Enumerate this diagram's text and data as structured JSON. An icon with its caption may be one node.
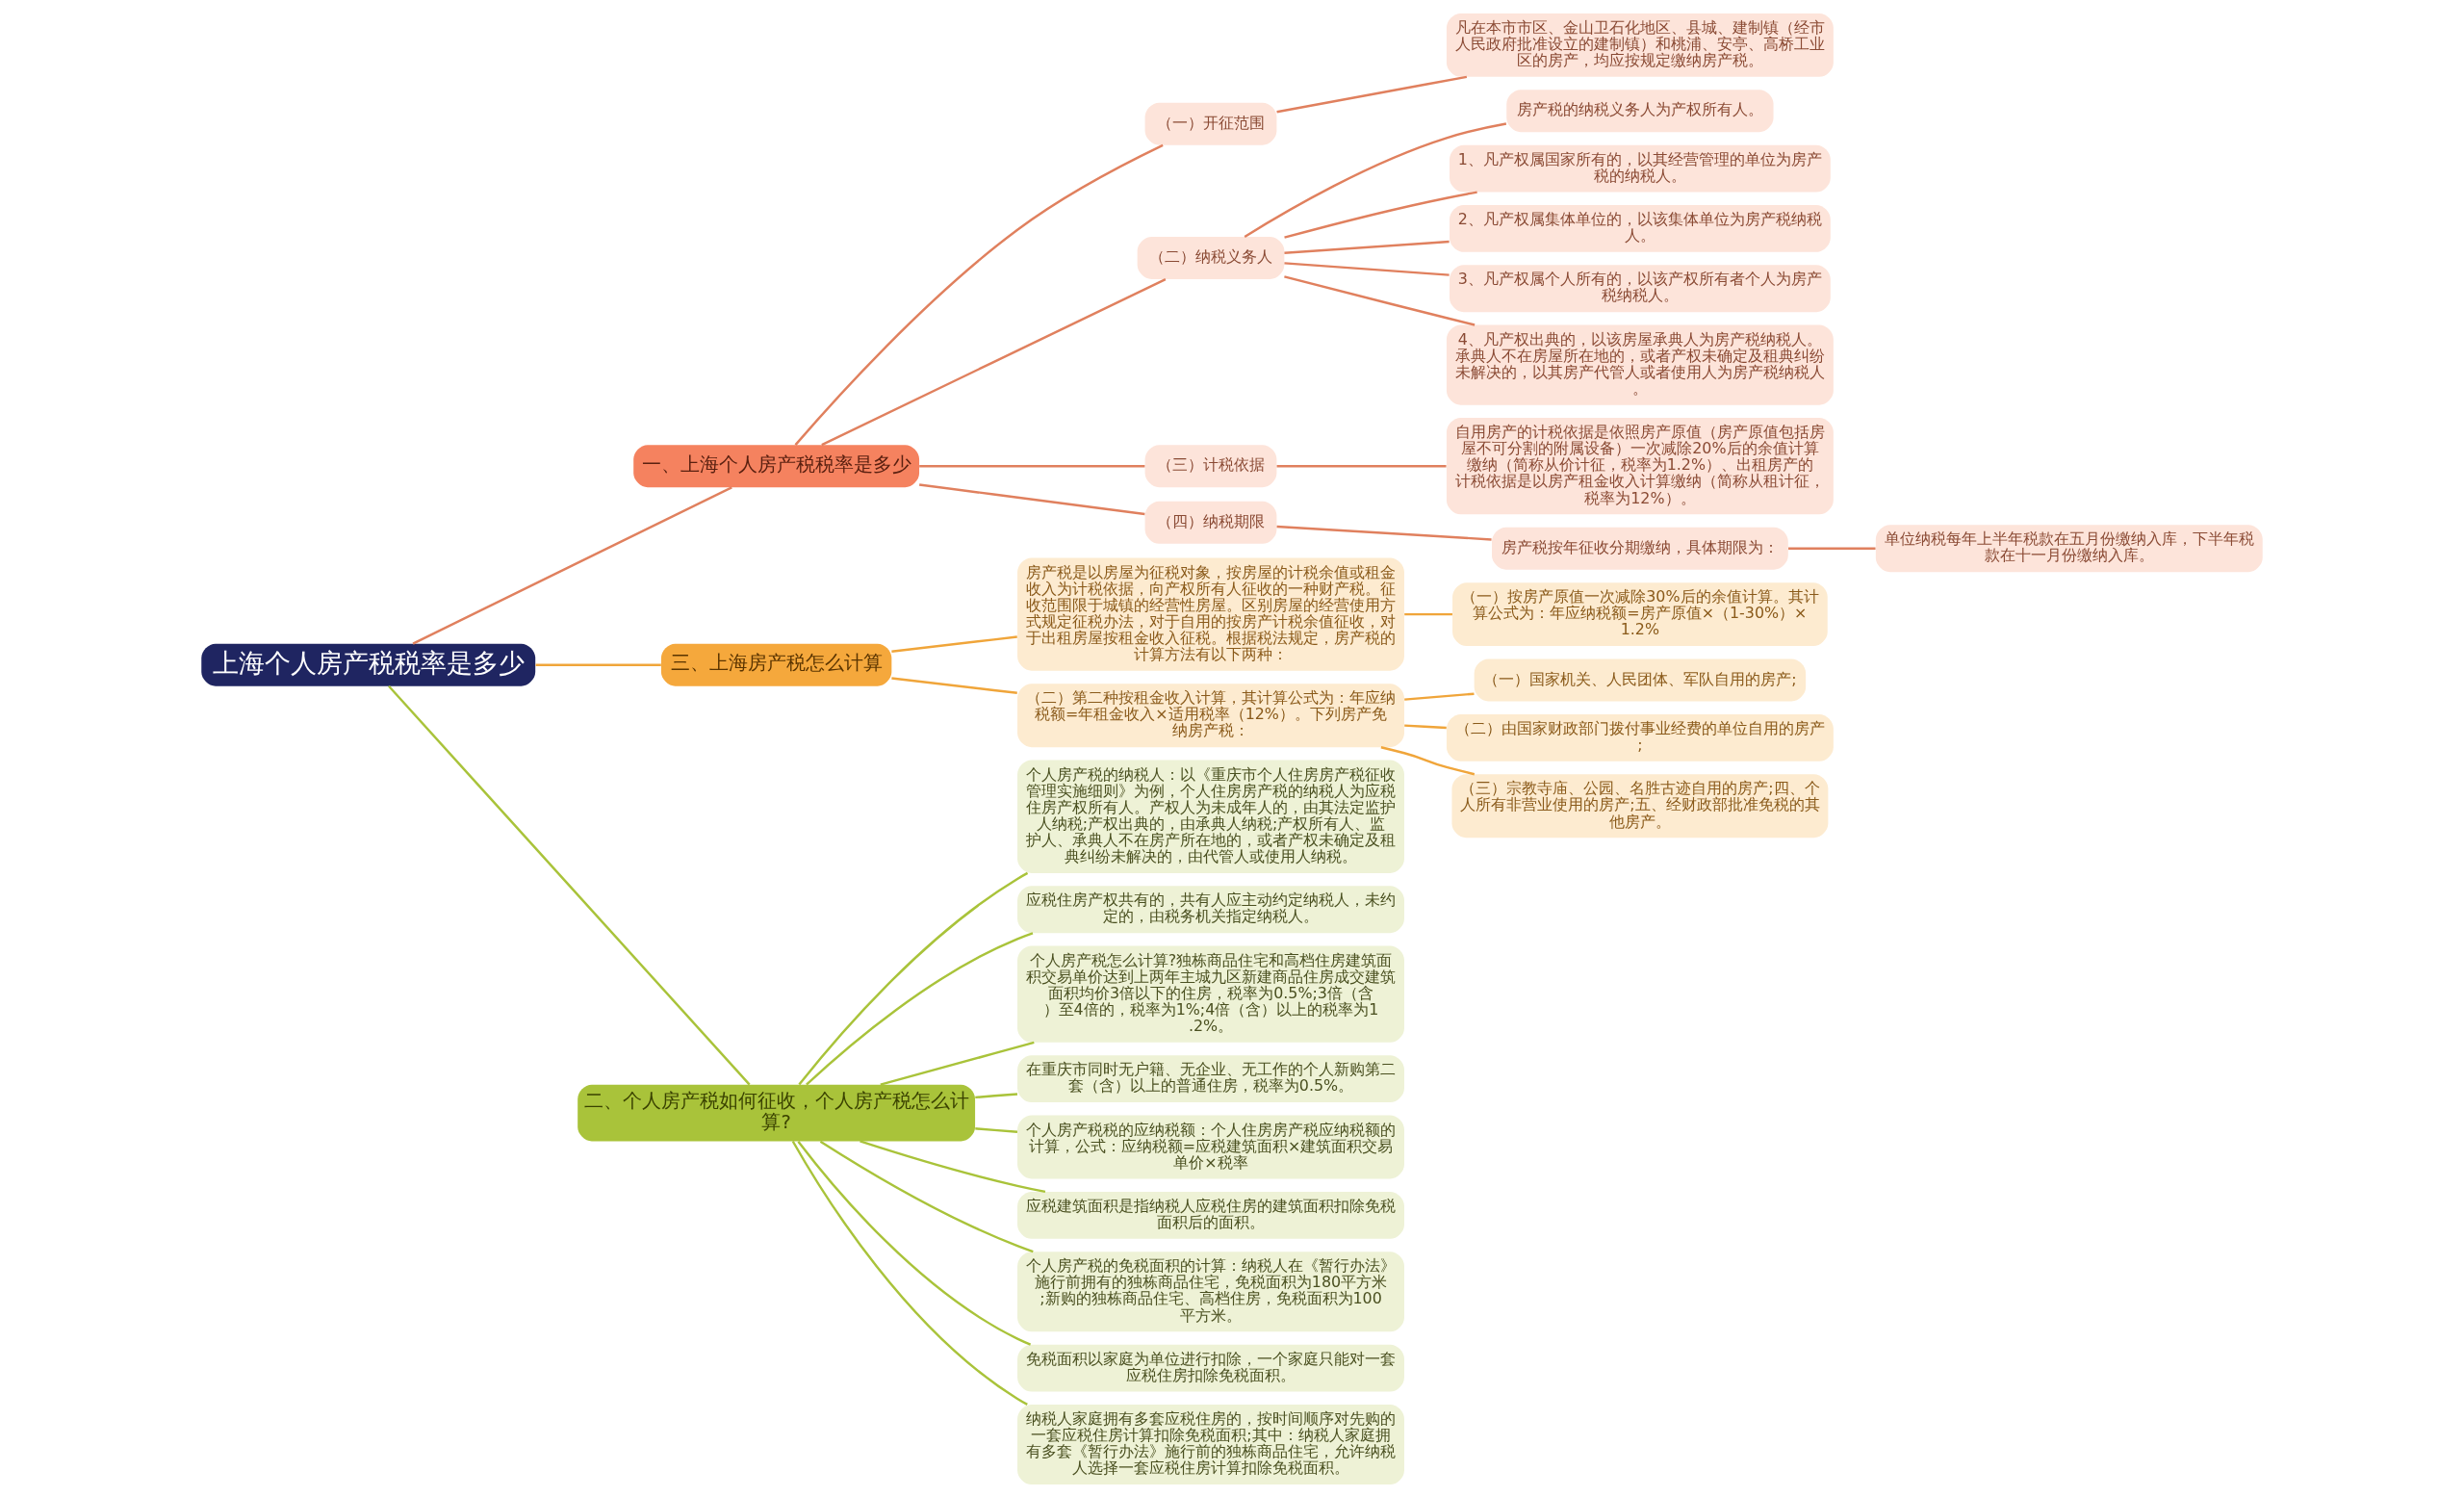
{
  "diagram": {
    "nodes": [
      {
        "text": [
          "上海个人房产税税率是多少"
        ]
      },
      {
        "text": [
          "一、上海个人房产税税率是多少"
        ]
      },
      {
        "text": [
          "（一）开征范围"
        ]
      },
      {
        "text": [
          "凡在本市市区、金山卫石化地区、县城、建制镇（经市人民政府批准设立的建制镇）和桃浦、安亭、高桥工业区的房产，均应按规定缴纳房产税。"
        ]
      },
      {
        "text": [
          "（二）纳税义务人"
        ]
      },
      {
        "text": [
          "房产税的纳税义务人为产权所有人。"
        ]
      },
      {
        "text": [
          "1、凡产权属国家所有的，以其经营管理的单位为房产税的纳税人。"
        ]
      },
      {
        "text": [
          "2、凡产权属集体单位的，以该集体单位为房产税纳税人。"
        ]
      },
      {
        "text": [
          "3、凡产权属个人所有的，以该产权所有者个人为房产税纳税人。"
        ]
      },
      {
        "text": [
          "4、凡产权出典的，以该房屋承典人为房产税纳税人。承典人不在房屋所在地的，或者产权未确定及租典纠纷未解决的，以其房产代管人或者使用人为房产税纳税人。"
        ]
      },
      {
        "text": [
          "（三）计税依据"
        ]
      },
      {
        "text": [
          "自用房产的计税依据是依照房产原值（房产原值包括房屋不可分割的附属设备）一次减除20%后的余值计算缴纳（简称从价计征，税率为1.2%）、出租房产的计税依据是以房产租金收入计算缴纳（简称从租计征，税率为12%）。"
        ]
      },
      {
        "text": [
          "（四）纳税期限"
        ]
      },
      {
        "text": [
          "房产税按年征收分期缴纳，具体期限为："
        ]
      },
      {
        "text": [
          "单位纳税每年上半年税款在五月份缴纳入库，下半年税款在十一月份缴纳入库。"
        ]
      },
      {
        "text": [
          "三、上海房产税怎么计算"
        ]
      },
      {
        "text": [
          "房产税是以房屋为征税对象，按房屋的计税余值或租金收入为计税依据，向产权所有人征收的一种财产税。征收范围限于城镇的经营性房屋。区别房屋的经营使用方式规定征税办法，对于自用的按房产计税余值征收，对于出租房屋按租金收入征税。根据税法规定，房产税的计算方法有以下两种："
        ]
      },
      {
        "text": [
          "（一）按房产原值一次减除30%后的余值计算。其计算公式为：年应纳税额=房产原值×（1-30%）×1.2%"
        ]
      },
      {
        "text": [
          "（二）第二种按租金收入计算，其计算公式为：年应纳税额=年租金收入×适用税率（12%）。下列房产免纳房产税："
        ]
      },
      {
        "text": [
          "（一）国家机关、人民团体、军队自用的房产;"
        ]
      },
      {
        "text": [
          "（二）由国家财政部门拨付事业经费的单位自用的房产;"
        ]
      },
      {
        "text": [
          "（三）宗教寺庙、公园、名胜古迹自用的房产;四、个人所有非营业使用的房产;五、经财政部批准免税的其他房产。"
        ]
      },
      {
        "text": [
          "二、个人房产税如何征收，个人房产税怎么计算?"
        ]
      },
      {
        "text": [
          "个人房产税的纳税人：以《重庆市个人住房房产税征收管理实施细则》为例，个人住房房产税的纳税人为应税住房产权所有人。产权人为未成年人的，由其法定监护人纳税;产权出典的，由承典人纳税;产权所有人、监护人、承典人不在房产所在地的，或者产权未确定及租典纠纷未解决的，由代管人或使用人纳税。"
        ]
      },
      {
        "text": [
          "应税住房产权共有的，共有人应主动约定纳税人，未约定的，由税务机关指定纳税人。"
        ]
      },
      {
        "text": [
          "个人房产税怎么计算?独栋商品住宅和高档住房建筑面积交易单价达到上两年主城九区新建商品住房成交建筑面积均价3倍以下的住房，税率为0.5%;3倍（含）至4倍的，税率为1%;4倍（含）以上的税率为1.2%。"
        ]
      },
      {
        "text": [
          "在重庆市同时无户籍、无企业、无工作的个人新购第二套（含）以上的普通住房，税率为0.5%。"
        ]
      },
      {
        "text": [
          "个人房产税税的应纳税额：个人住房房产税应纳税额的计算，公式：应纳税额=应税建筑面积×建筑面积交易单价×税率"
        ]
      },
      {
        "text": [
          "应税建筑面积是指纳税人应税住房的建筑面积扣除免税面积后的面积。"
        ]
      },
      {
        "text": [
          "个人房产税的免税面积的计算：纳税人在《暂行办法》施行前拥有的独栋商品住宅，免税面积为180平方米;新购的独栋商品住宅、高档住房，免税面积为100平方米。"
        ]
      },
      {
        "text": [
          "免税面积以家庭为单位进行扣除，一个家庭只能对一套应税住房扣除免税面积。"
        ]
      },
      {
        "text": [
          "纳税人家庭拥有多套应税住房的，按时间顺序对先购的一套应税住房计算扣除免税面积;其中：纳税人家庭拥有多套《暂行办法》施行前的独栋商品住宅，允许纳税人选择一套应税住房计算扣除免税面积。"
        ]
      }
    ],
    "edges": [
      {
        "from": 0,
        "to": 1,
        "arrow": "none"
      },
      {
        "from": 1,
        "to": 2,
        "arrow": "none"
      },
      {
        "from": 2,
        "to": 3,
        "arrow": "none"
      },
      {
        "from": 1,
        "to": 4,
        "arrow": "none"
      },
      {
        "from": 4,
        "to": 5,
        "arrow": "none"
      },
      {
        "from": 4,
        "to": 6,
        "arrow": "none"
      },
      {
        "from": 4,
        "to": 7,
        "arrow": "none"
      },
      {
        "from": 4,
        "to": 8,
        "arrow": "none"
      },
      {
        "from": 4,
        "to": 9,
        "arrow": "none"
      },
      {
        "from": 1,
        "to": 10,
        "arrow": "none"
      },
      {
        "from": 10,
        "to": 11,
        "arrow": "none"
      },
      {
        "from": 1,
        "to": 12,
        "arrow": "none"
      },
      {
        "from": 12,
        "to": 13,
        "arrow": "none"
      },
      {
        "from": 13,
        "to": 14,
        "arrow": "none"
      },
      {
        "from": 0,
        "to": 15,
        "arrow": "none",
        "color": "#f0a53a"
      },
      {
        "from": 15,
        "to": 16,
        "arrow": "none",
        "color": "#f0a53a"
      },
      {
        "from": 16,
        "to": 17,
        "arrow": "none",
        "color": "#f0a53a"
      },
      {
        "from": 15,
        "to": 18,
        "arrow": "none",
        "color": "#f0a53a"
      },
      {
        "from": 18,
        "to": 19,
        "arrow": "none",
        "color": "#f0a53a"
      },
      {
        "from": 18,
        "to": 20,
        "arrow": "none",
        "color": "#f0a53a"
      },
      {
        "from": 18,
        "to": 21,
        "arrow": "none",
        "color": "#f0a53a"
      },
      {
        "from": 0,
        "to": 22,
        "arrow": "none",
        "color": "#a9c33a"
      },
      {
        "from": 22,
        "to": 23,
        "arrow": "none",
        "color": "#a9c33a"
      },
      {
        "from": 22,
        "to": 24,
        "arrow": "none",
        "color": "#a9c33a"
      },
      {
        "from": 22,
        "to": 25,
        "arrow": "none",
        "color": "#a9c33a"
      },
      {
        "from": 22,
        "to": 26,
        "arrow": "none",
        "color": "#a9c33a"
      },
      {
        "from": 22,
        "to": 27,
        "arrow": "none",
        "color": "#a9c33a"
      },
      {
        "from": 22,
        "to": 28,
        "arrow": "none",
        "color": "#a9c33a"
      },
      {
        "from": 22,
        "to": 29,
        "arrow": "none",
        "color": "#a9c33a"
      },
      {
        "from": 22,
        "to": 30,
        "arrow": "none",
        "color": "#a9c33a"
      },
      {
        "from": 22,
        "to": 31,
        "arrow": "none",
        "color": "#a9c33a"
      }
    ]
  }
}
